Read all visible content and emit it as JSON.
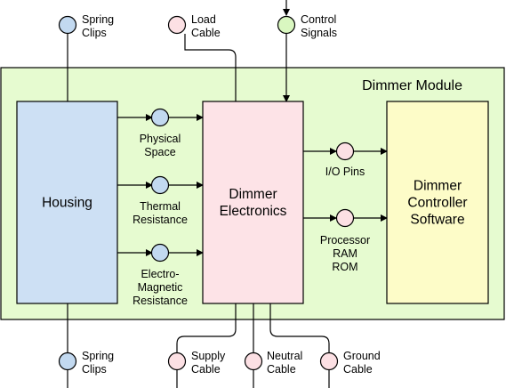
{
  "module": {
    "title": "Dimmer Module",
    "fill": "#e6fbd0"
  },
  "boxes": {
    "housing": {
      "label": [
        "Housing"
      ],
      "fill": "#cde0f4"
    },
    "electronics": {
      "label": [
        "Dimmer",
        "Electronics"
      ],
      "fill": "#fde3e7"
    },
    "software": {
      "label": [
        "Dimmer",
        "Controller",
        "Software"
      ],
      "fill": "#fdfcc8"
    }
  },
  "ports": {
    "spring_clips_top": {
      "label": [
        "Spring",
        "Clips"
      ],
      "fill": "#c2d9f0",
      "icon": "interface-port-icon"
    },
    "load_cable": {
      "label": [
        "Load",
        "Cable"
      ],
      "fill": "#fce0e4",
      "icon": "interface-port-icon"
    },
    "control_signals": {
      "label": [
        "Control",
        "Signals"
      ],
      "fill": "#d9f7c0",
      "icon": "interface-port-icon"
    },
    "physical_space": {
      "label": [
        "Physical",
        "Space"
      ],
      "fill": "#c2d9f0",
      "icon": "interface-port-icon"
    },
    "thermal_resistance": {
      "label": [
        "Thermal",
        "Resistance"
      ],
      "fill": "#c2d9f0",
      "icon": "interface-port-icon"
    },
    "electro_magnetic": {
      "label": [
        "Electro-",
        "Magnetic",
        "Resistance"
      ],
      "fill": "#c2d9f0",
      "icon": "interface-port-icon"
    },
    "io_pins": {
      "label": [
        "I/O Pins"
      ],
      "fill": "#fce0e4",
      "icon": "interface-port-icon"
    },
    "processor": {
      "label": [
        "Processor",
        "RAM",
        "ROM"
      ],
      "fill": "#fce0e4",
      "icon": "interface-port-icon"
    },
    "spring_clips_bottom": {
      "label": [
        "Spring",
        "Clips"
      ],
      "fill": "#c2d9f0",
      "icon": "interface-port-icon"
    },
    "supply_cable": {
      "label": [
        "Supply",
        "Cable"
      ],
      "fill": "#fce0e4",
      "icon": "interface-port-icon"
    },
    "neutral_cable": {
      "label": [
        "Neutral",
        "Cable"
      ],
      "fill": "#fce0e4",
      "icon": "interface-port-icon"
    },
    "ground_cable": {
      "label": [
        "Ground",
        "Cable"
      ],
      "fill": "#fce0e4",
      "icon": "interface-port-icon"
    }
  }
}
